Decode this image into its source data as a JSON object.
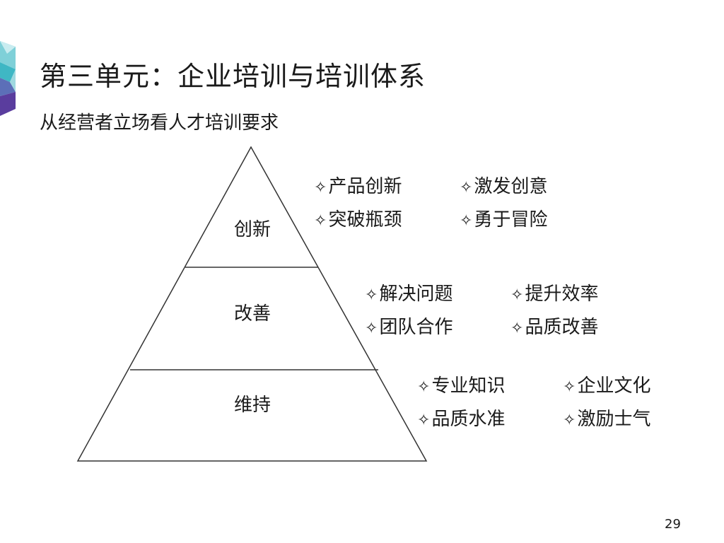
{
  "slide": {
    "title": "第三单元：企业培训与培训体系",
    "subtitle": "从经营者立场看人才培训要求",
    "page_number": "29"
  },
  "pyramid": {
    "levels": [
      {
        "label": "创新",
        "points": [
          "产品创新",
          "激发创意",
          "突破瓶颈",
          "勇于冒险"
        ]
      },
      {
        "label": "改善",
        "points": [
          "解决问题",
          "提升效率",
          "团队合作",
          "品质改善"
        ]
      },
      {
        "label": "维持",
        "points": [
          "专业知识",
          "企业文化",
          "品质水准",
          "激励士气"
        ]
      }
    ]
  },
  "icons": {
    "bullet": "white-four-pointed-star",
    "logo": "faceted-gem-logo"
  },
  "colors": {
    "logo_cyan": "#3fb7c4",
    "logo_purple": "#5a3d9e",
    "logo_blue": "#3a5aa8",
    "line": "#333333"
  }
}
